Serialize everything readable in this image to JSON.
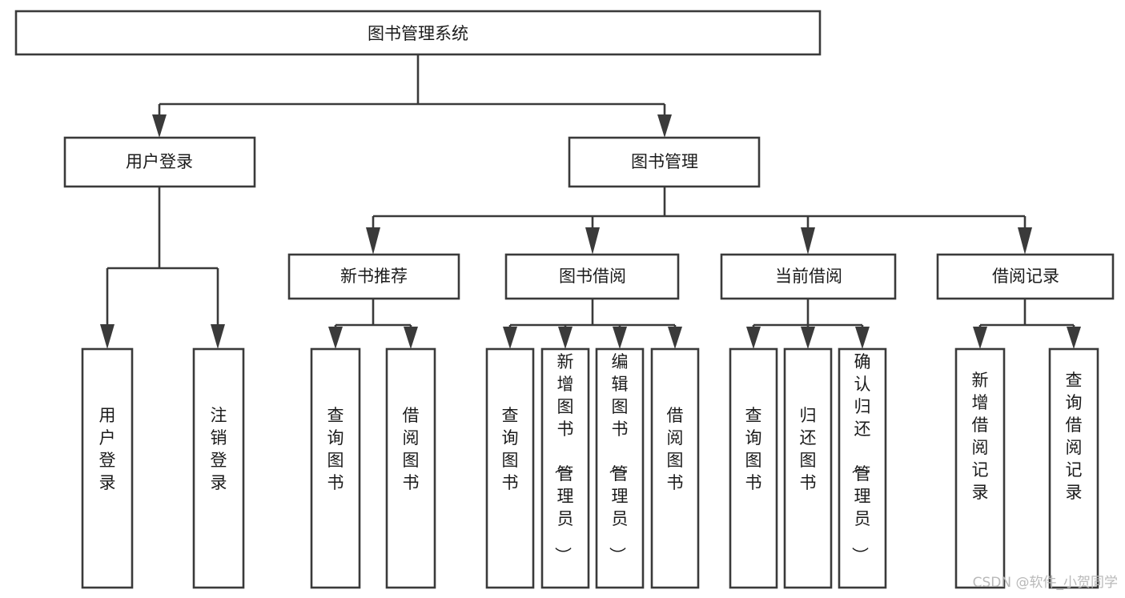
{
  "diagram": {
    "title": "图书管理系统",
    "type": "hierarchy-tree",
    "levels": {
      "root": {
        "label": "图书管理系统"
      },
      "level2": [
        {
          "id": "user-login",
          "label": "用户登录"
        },
        {
          "id": "book-manage",
          "label": "图书管理"
        }
      ],
      "level3": [
        {
          "id": "new-book-recommend",
          "label": "新书推荐"
        },
        {
          "id": "book-borrow",
          "label": "图书借阅"
        },
        {
          "id": "current-borrow",
          "label": "当前借阅"
        },
        {
          "id": "borrow-record",
          "label": "借阅记录"
        }
      ],
      "leaves": {
        "user-login": [
          {
            "id": "leaf-user-login",
            "label": "用户登录"
          },
          {
            "id": "leaf-logout-login",
            "label": "注销登录"
          }
        ],
        "new-book-recommend": [
          {
            "id": "leaf-query-book-1",
            "label": "查询图书"
          },
          {
            "id": "leaf-borrow-book-1",
            "label": "借阅图书"
          }
        ],
        "book-borrow": [
          {
            "id": "leaf-query-book-2",
            "label": "查询图书"
          },
          {
            "id": "leaf-add-book",
            "label": "新增图书（管理员）"
          },
          {
            "id": "leaf-edit-book",
            "label": "编辑图书（管理员）"
          },
          {
            "id": "leaf-borrow-book-2",
            "label": "借阅图书"
          }
        ],
        "current-borrow": [
          {
            "id": "leaf-query-book-3",
            "label": "查询图书"
          },
          {
            "id": "leaf-return-book",
            "label": "归还图书"
          },
          {
            "id": "leaf-confirm-return",
            "label": "确认归还（管理员）"
          }
        ],
        "borrow-record": [
          {
            "id": "leaf-add-record",
            "label": "新增借阅记录"
          },
          {
            "id": "leaf-query-record",
            "label": "查询借阅记录"
          }
        ]
      }
    },
    "colors": {
      "box_stroke": "#3a3a3a",
      "box_fill": "#ffffff",
      "text": "#1b1b1b",
      "background": "#ffffff",
      "watermark": "#b9b9b9"
    }
  },
  "watermark": {
    "text": "CSDN @软件_小贺同学"
  }
}
